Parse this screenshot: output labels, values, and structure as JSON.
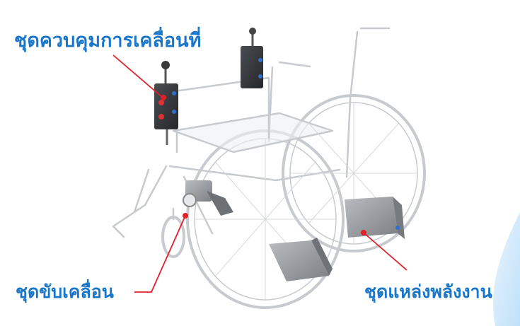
{
  "labels": {
    "control_unit": "ชุดควบคุมการเคลื่อนที่",
    "drive_unit": "ชุดขับเคลื่อน",
    "power_unit": "ชุดแหล่งพลังงาน"
  },
  "colors": {
    "label_text": "#1a76c9",
    "leader_line": "#e0202a",
    "corner_swoosh": "#cfe8fb",
    "frame_glass": "#c9ccd1",
    "box_metal": "#8d9196"
  }
}
